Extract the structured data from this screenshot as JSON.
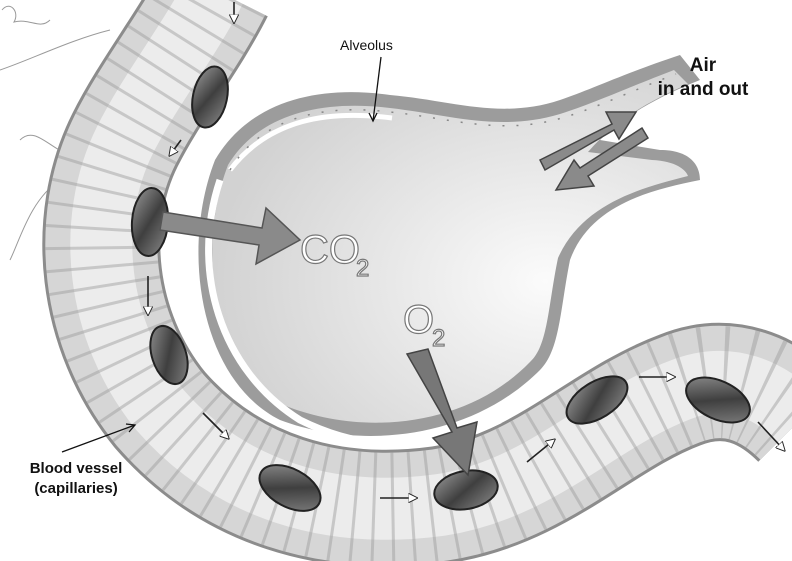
{
  "labels": {
    "alveolus": "Alveolus",
    "air_line1": "Air",
    "air_line2": "in and out",
    "vessel_line1": "Blood vessel",
    "vessel_line2": "(capillaries)",
    "co2_main": "CO",
    "co2_sub": "2",
    "o2_main": "O",
    "o2_sub": "2"
  },
  "colors": {
    "vessel": "#d6d6d6",
    "vessel_edge": "#8c8c8c",
    "alveolus": "#e4e4e4",
    "cell": "#6e6e6e",
    "arrow": "#8a8a8a"
  }
}
